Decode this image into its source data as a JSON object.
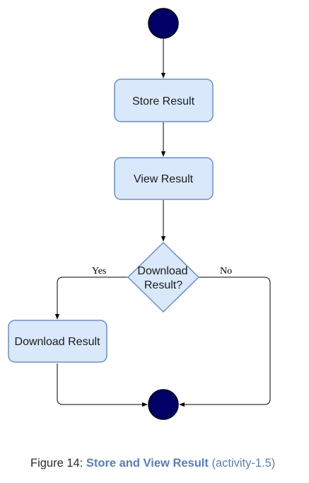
{
  "colors": {
    "terminal_fill": "#000066",
    "node_fill": "#dae8fc",
    "node_stroke": "#6c8ebf",
    "edge": "#000000",
    "caption_accent": "#5b7fb0"
  },
  "nodes": {
    "store": "Store Result",
    "view": "View Result",
    "decision_line1": "Download",
    "decision_line2": "Result?",
    "download": "Download Result"
  },
  "guards": {
    "yes": "Yes",
    "no": "No"
  },
  "caption": {
    "prefix": "Figure 14: ",
    "title": "Store and View Result",
    "suffix": " (activity-1.5)"
  }
}
